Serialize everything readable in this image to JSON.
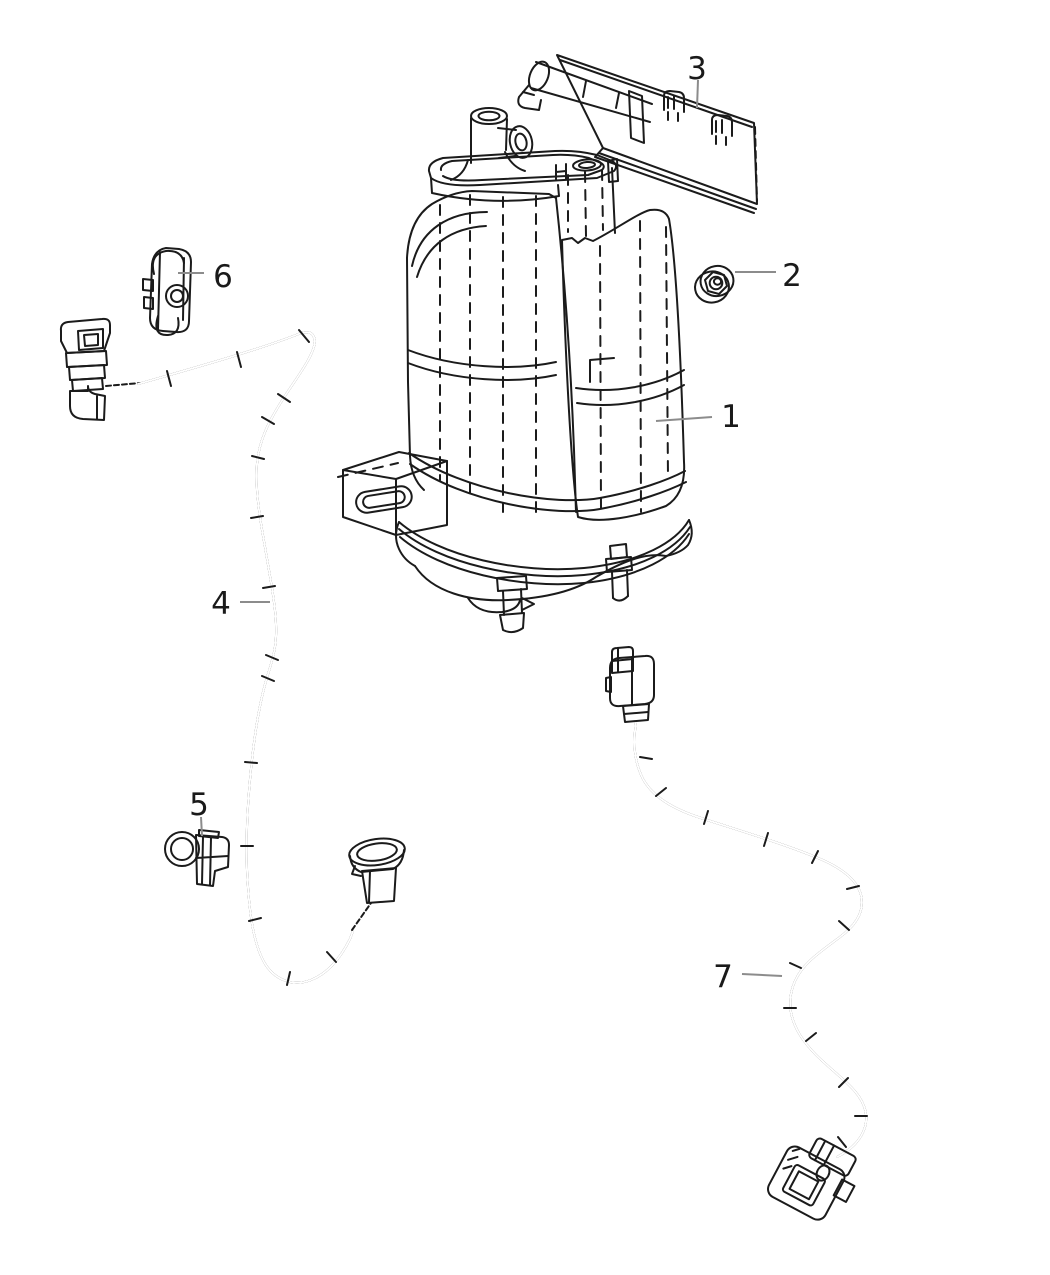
{
  "diagram": {
    "type": "parts-diagram",
    "callouts": [
      {
        "label": "1",
        "shape": "canister-assembly"
      },
      {
        "label": "2",
        "shape": "flange-nut"
      },
      {
        "label": "3",
        "shape": "shield-panel"
      },
      {
        "label": "4",
        "shape": "front-tube-with-quick-connectors"
      },
      {
        "label": "5",
        "shape": "push-pin-retainer-clip"
      },
      {
        "label": "6",
        "shape": "tube-retainer-bracket-clip"
      },
      {
        "label": "7",
        "shape": "rear-tube-with-quick-connectors"
      }
    ]
  },
  "colors": {
    "line": "#1b1b1b",
    "leader": "#8c8c8c",
    "text": "#1a1a1a",
    "background": "#ffffff"
  }
}
